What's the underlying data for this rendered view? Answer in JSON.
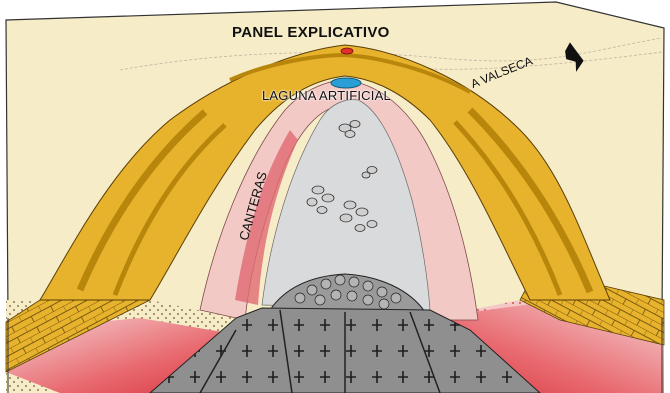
{
  "labels": {
    "panel": "PANEL EXPLICATIVO",
    "laguna": "LAGUNA ARTIFICIAL",
    "valseca": "A VALSECA",
    "canteras": "CANTERAS"
  },
  "colors": {
    "surface": "#f6ecc8",
    "limestone_yellow": "#e7b22c",
    "limestone_dark": "#c98f1b",
    "pink_band": "#f3c9c6",
    "red_band": "#e0484e",
    "quarry_floor": "#d9dadb",
    "basement": "#8f8f8f",
    "lagoon": "#2a9fd6",
    "panel_marker": "#e0302a"
  },
  "icons": {
    "direction": "arrow-icon"
  }
}
